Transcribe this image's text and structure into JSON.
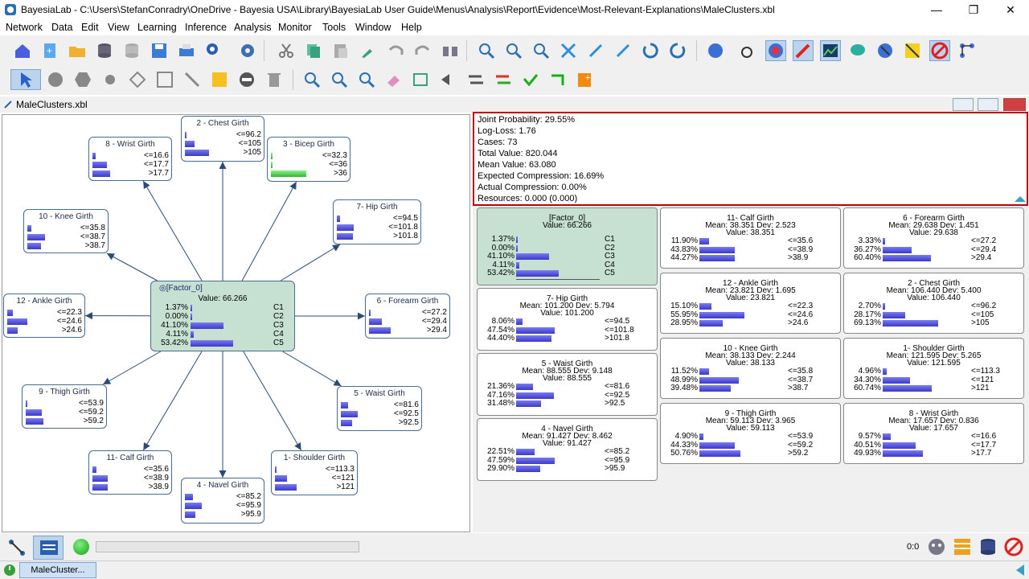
{
  "window": {
    "title": "BayesiaLab - C:\\Users\\StefanConradry\\OneDrive - Bayesia USA\\Library\\BayesiaLab User Guide\\Menus\\Analysis\\Report\\Evidence\\Most-Relevant-Explanations\\MaleClusters.xbl",
    "minimize": "—",
    "restore": "❐",
    "close": "✕"
  },
  "menu": [
    "Network",
    "Data",
    "Edit",
    "View",
    "Learning",
    "Inference",
    "Analysis",
    "Monitor",
    "Tools",
    "Window",
    "Help"
  ],
  "doc": {
    "title": "MaleClusters.xbl"
  },
  "graph": {
    "factor": {
      "name": "[Factor_0]",
      "value": "Value: 66.266",
      "rows": [
        [
          "1.37%",
          "C1",
          0.0137
        ],
        [
          "0.00%",
          "C2",
          0.0
        ],
        [
          "41.10%",
          "C3",
          0.411
        ],
        [
          "4.11%",
          "C4",
          0.0411
        ],
        [
          "53.42%",
          "C5",
          0.5342
        ]
      ]
    },
    "nodes": [
      {
        "name": "2 - Chest Girth",
        "labels": [
          "<=96.2",
          "<=105",
          ">105"
        ],
        "vals": [
          0.027,
          0.2817,
          0.6913
        ]
      },
      {
        "name": "8 - Wrist Girth",
        "labels": [
          "<=16.6",
          "<=17.7",
          ">17.7"
        ],
        "vals": [
          0.0957,
          0.4051,
          0.4993
        ]
      },
      {
        "name": "3 - Bicep Girth",
        "labels": [
          "<=32.3",
          "<=36",
          ">36"
        ],
        "vals": [
          0,
          0,
          1
        ]
      },
      {
        "name": "10 - Knee Girth",
        "labels": [
          "<=35.8",
          "<=38.7",
          ">38.7"
        ],
        "vals": [
          0.1152,
          0.4899,
          0.3948
        ]
      },
      {
        "name": "7- Hip Girth",
        "labels": [
          "<=94.5",
          "<=101.8",
          ">101.8"
        ],
        "vals": [
          0.0806,
          0.4754,
          0.444
        ]
      },
      {
        "name": "12 - Ankle Girth",
        "labels": [
          "<=22.3",
          "<=24.6",
          ">24.6"
        ],
        "vals": [
          0.151,
          0.5595,
          0.2895
        ]
      },
      {
        "name": "6 - Forearm Girth",
        "labels": [
          "<=27.2",
          "<=29.4",
          ">29.4"
        ],
        "vals": [
          0.0333,
          0.3627,
          0.604
        ]
      },
      {
        "name": "9 - Thigh Girth",
        "labels": [
          "<=53.9",
          "<=59.2",
          ">59.2"
        ],
        "vals": [
          0.049,
          0.4433,
          0.5076
        ]
      },
      {
        "name": "5 - Waist Girth",
        "labels": [
          "<=81.6",
          "<=92.5",
          ">92.5"
        ],
        "vals": [
          0.2136,
          0.4716,
          0.3148
        ]
      },
      {
        "name": "11- Calf Girth",
        "labels": [
          "<=35.6",
          "<=38.9",
          ">38.9"
        ],
        "vals": [
          0.119,
          0.4383,
          0.4427
        ]
      },
      {
        "name": "1- Shoulder Girth",
        "labels": [
          "<=113.3",
          "<=121",
          ">121"
        ],
        "vals": [
          0.0496,
          0.343,
          0.6074
        ]
      },
      {
        "name": "4 - Navel Girth",
        "labels": [
          "<=85.2",
          "<=95.9",
          ">95.9"
        ],
        "vals": [
          0.2251,
          0.4759,
          0.299
        ]
      }
    ]
  },
  "info": [
    "Joint Probability: 29.55%",
    "Log-Loss: 1.76",
    "Cases: 73",
    "Total Value: 820.044",
    "Mean Value: 63.080",
    "Expected Compression: 16.69%",
    "Actual Compression: 0.00%",
    "Resources: 0.000 (0.000)"
  ],
  "cards": [
    {
      "name": "[Factor_0]",
      "line1": "Value: 66.266",
      "line2": "",
      "rows": [
        [
          "1.37%",
          "C1",
          0.0137
        ],
        [
          "0.00%",
          "C2",
          0
        ],
        [
          "41.10%",
          "C3",
          0.411
        ],
        [
          "4.11%",
          "C4",
          0.0411
        ],
        [
          "53.42%",
          "C5",
          0.5342
        ]
      ]
    },
    {
      "name": "11- Calf Girth",
      "line1": "Mean: 38.351 Dev: 2.523",
      "line2": "Value: 38.351",
      "rows": [
        [
          "11.90%",
          "<=35.6",
          0.119
        ],
        [
          "43.83%",
          "<=38.9",
          0.4383
        ],
        [
          "44.27%",
          ">38.9",
          0.4427
        ]
      ]
    },
    {
      "name": "6 - Forearm Girth",
      "line1": "Mean: 29.638 Dev: 1.451",
      "line2": "Value: 29.638",
      "rows": [
        [
          "3.33%",
          "<=27.2",
          0.0333
        ],
        [
          "36.27%",
          "<=29.4",
          0.3627
        ],
        [
          "60.40%",
          ">29.4",
          0.604
        ]
      ]
    },
    {
      "name": "7- Hip Girth",
      "line1": "Mean: 101.200 Dev: 5.794",
      "line2": "Value: 101.200",
      "rows": [
        [
          "8.06%",
          "<=94.5",
          0.0806
        ],
        [
          "47.54%",
          "<=101.8",
          0.4754
        ],
        [
          "44.40%",
          ">101.8",
          0.444
        ]
      ]
    },
    {
      "name": "12 - Ankle Girth",
      "line1": "Mean: 23.821 Dev: 1.695",
      "line2": "Value: 23.821",
      "rows": [
        [
          "15.10%",
          "<=22.3",
          0.151
        ],
        [
          "55.95%",
          "<=24.6",
          0.5595
        ],
        [
          "28.95%",
          ">24.6",
          0.2895
        ]
      ]
    },
    {
      "name": "2 - Chest Girth",
      "line1": "Mean: 106.440 Dev: 5.400",
      "line2": "Value: 106.440",
      "rows": [
        [
          "2.70%",
          "<=96.2",
          0.027
        ],
        [
          "28.17%",
          "<=105",
          0.2817
        ],
        [
          "69.13%",
          ">105",
          0.6913
        ]
      ]
    },
    {
      "name": "5 - Waist Girth",
      "line1": "Mean: 88.555 Dev: 9.148",
      "line2": "Value: 88.555",
      "rows": [
        [
          "21.36%",
          "<=81.6",
          0.2136
        ],
        [
          "47.16%",
          "<=92.5",
          0.4716
        ],
        [
          "31.48%",
          ">92.5",
          0.3148
        ]
      ]
    },
    {
      "name": "10 - Knee Girth",
      "line1": "Mean: 38.133 Dev: 2.244",
      "line2": "Value: 38.133",
      "rows": [
        [
          "11.52%",
          "<=35.8",
          0.1152
        ],
        [
          "48.99%",
          "<=38.7",
          0.4899
        ],
        [
          "39.48%",
          ">38.7",
          0.3948
        ]
      ]
    },
    {
      "name": "1- Shoulder Girth",
      "line1": "Mean: 121.595 Dev: 5.265",
      "line2": "Value: 121.595",
      "rows": [
        [
          "4.96%",
          "<=113.3",
          0.0496
        ],
        [
          "34.30%",
          "<=121",
          0.343
        ],
        [
          "60.74%",
          ">121",
          0.6074
        ]
      ]
    },
    {
      "name": "4 - Navel Girth",
      "line1": "Mean: 91.427 Dev: 8.462",
      "line2": "Value: 91.427",
      "rows": [
        [
          "22.51%",
          "<=85.2",
          0.2251
        ],
        [
          "47.59%",
          "<=95.9",
          0.4759
        ],
        [
          "29.90%",
          ">95.9",
          0.299
        ]
      ]
    },
    {
      "name": "9 - Thigh Girth",
      "line1": "Mean: 59.113 Dev: 3.965",
      "line2": "Value: 59.113",
      "rows": [
        [
          "4.90%",
          "<=53.9",
          0.049
        ],
        [
          "44.33%",
          "<=59.2",
          0.4433
        ],
        [
          "50.76%",
          ">59.2",
          0.5076
        ]
      ]
    },
    {
      "name": "8 - Wrist Girth",
      "line1": "Mean: 17.657 Dev: 0.836",
      "line2": "Value: 17.657",
      "rows": [
        [
          "9.57%",
          "<=16.6",
          0.0957
        ],
        [
          "40.51%",
          "<=17.7",
          0.4051
        ],
        [
          "49.93%",
          ">17.7",
          0.4993
        ]
      ]
    }
  ],
  "bottom": {
    "zoom": "0:0"
  },
  "status": {
    "tab": "MaleCluster..."
  },
  "colors": {
    "factor_bg": "#c6e0d2",
    "bar": "#4848d8",
    "highlight_border": "#c00000"
  }
}
